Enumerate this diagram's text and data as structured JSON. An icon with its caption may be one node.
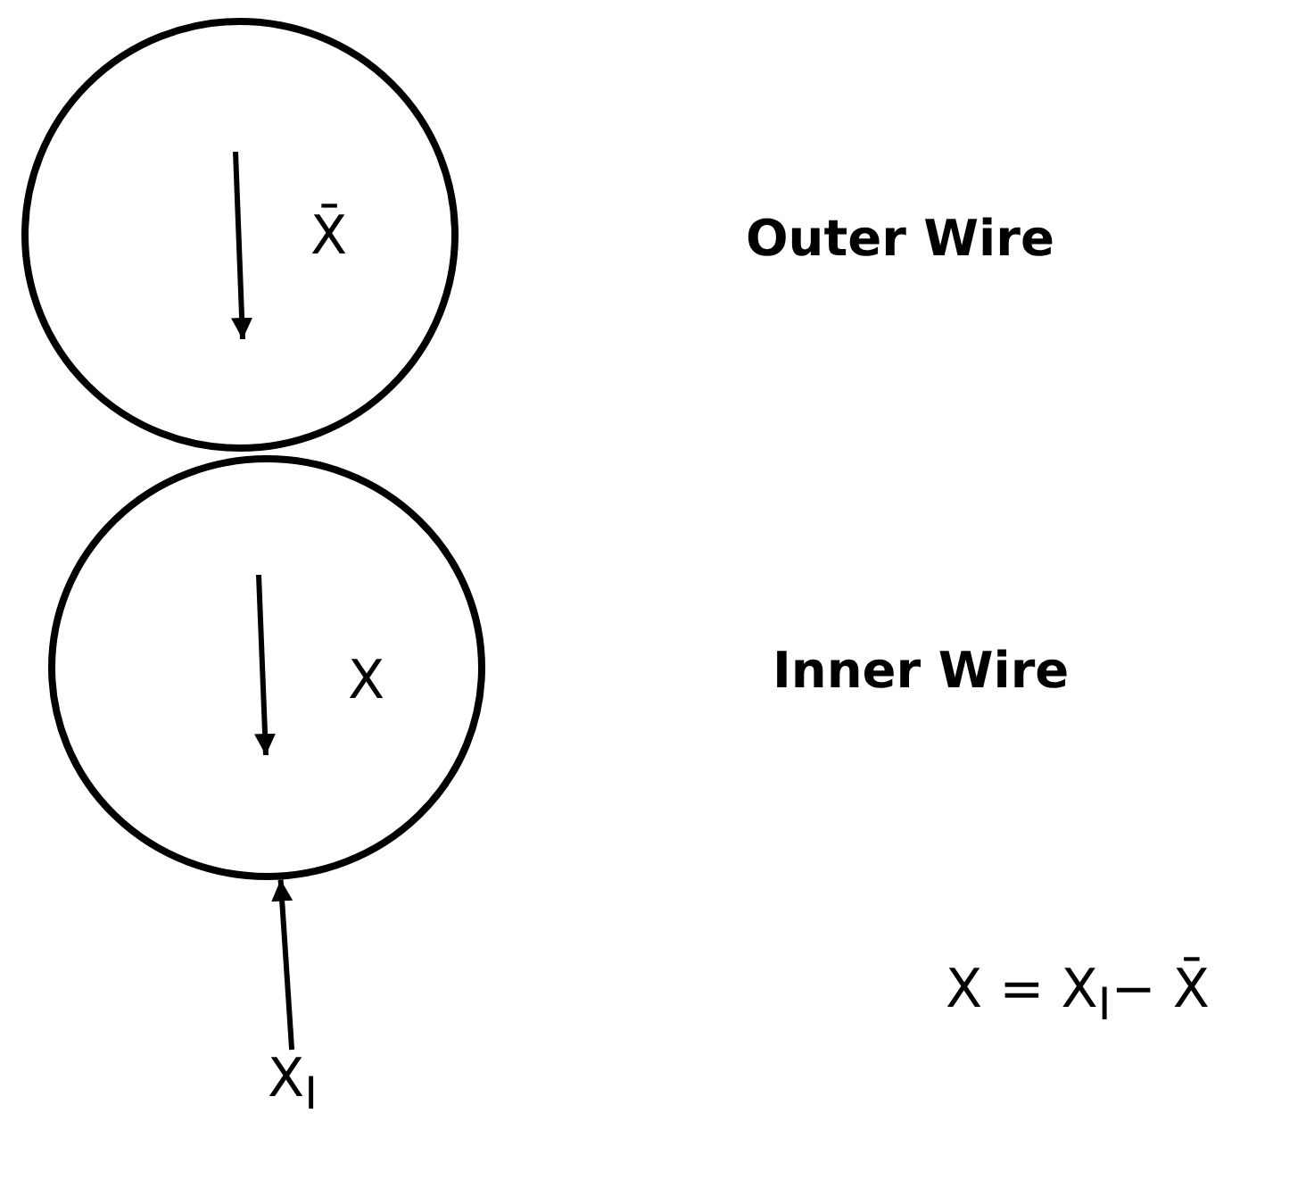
{
  "diagram": {
    "nodes": [
      {
        "text": [
          "X̄"
        ]
      },
      {
        "text": [
          "X"
        ]
      },
      {
        "text": [
          "X$_{I}$"
        ]
      }
    ],
    "edges": [
      {
        "from": 2,
        "to": 1,
        "arrow": "to"
      }
    ],
    "labels": [
      "Outer Wire",
      "Inner Wire",
      "X = X$_{I}$− X̄"
    ]
  }
}
